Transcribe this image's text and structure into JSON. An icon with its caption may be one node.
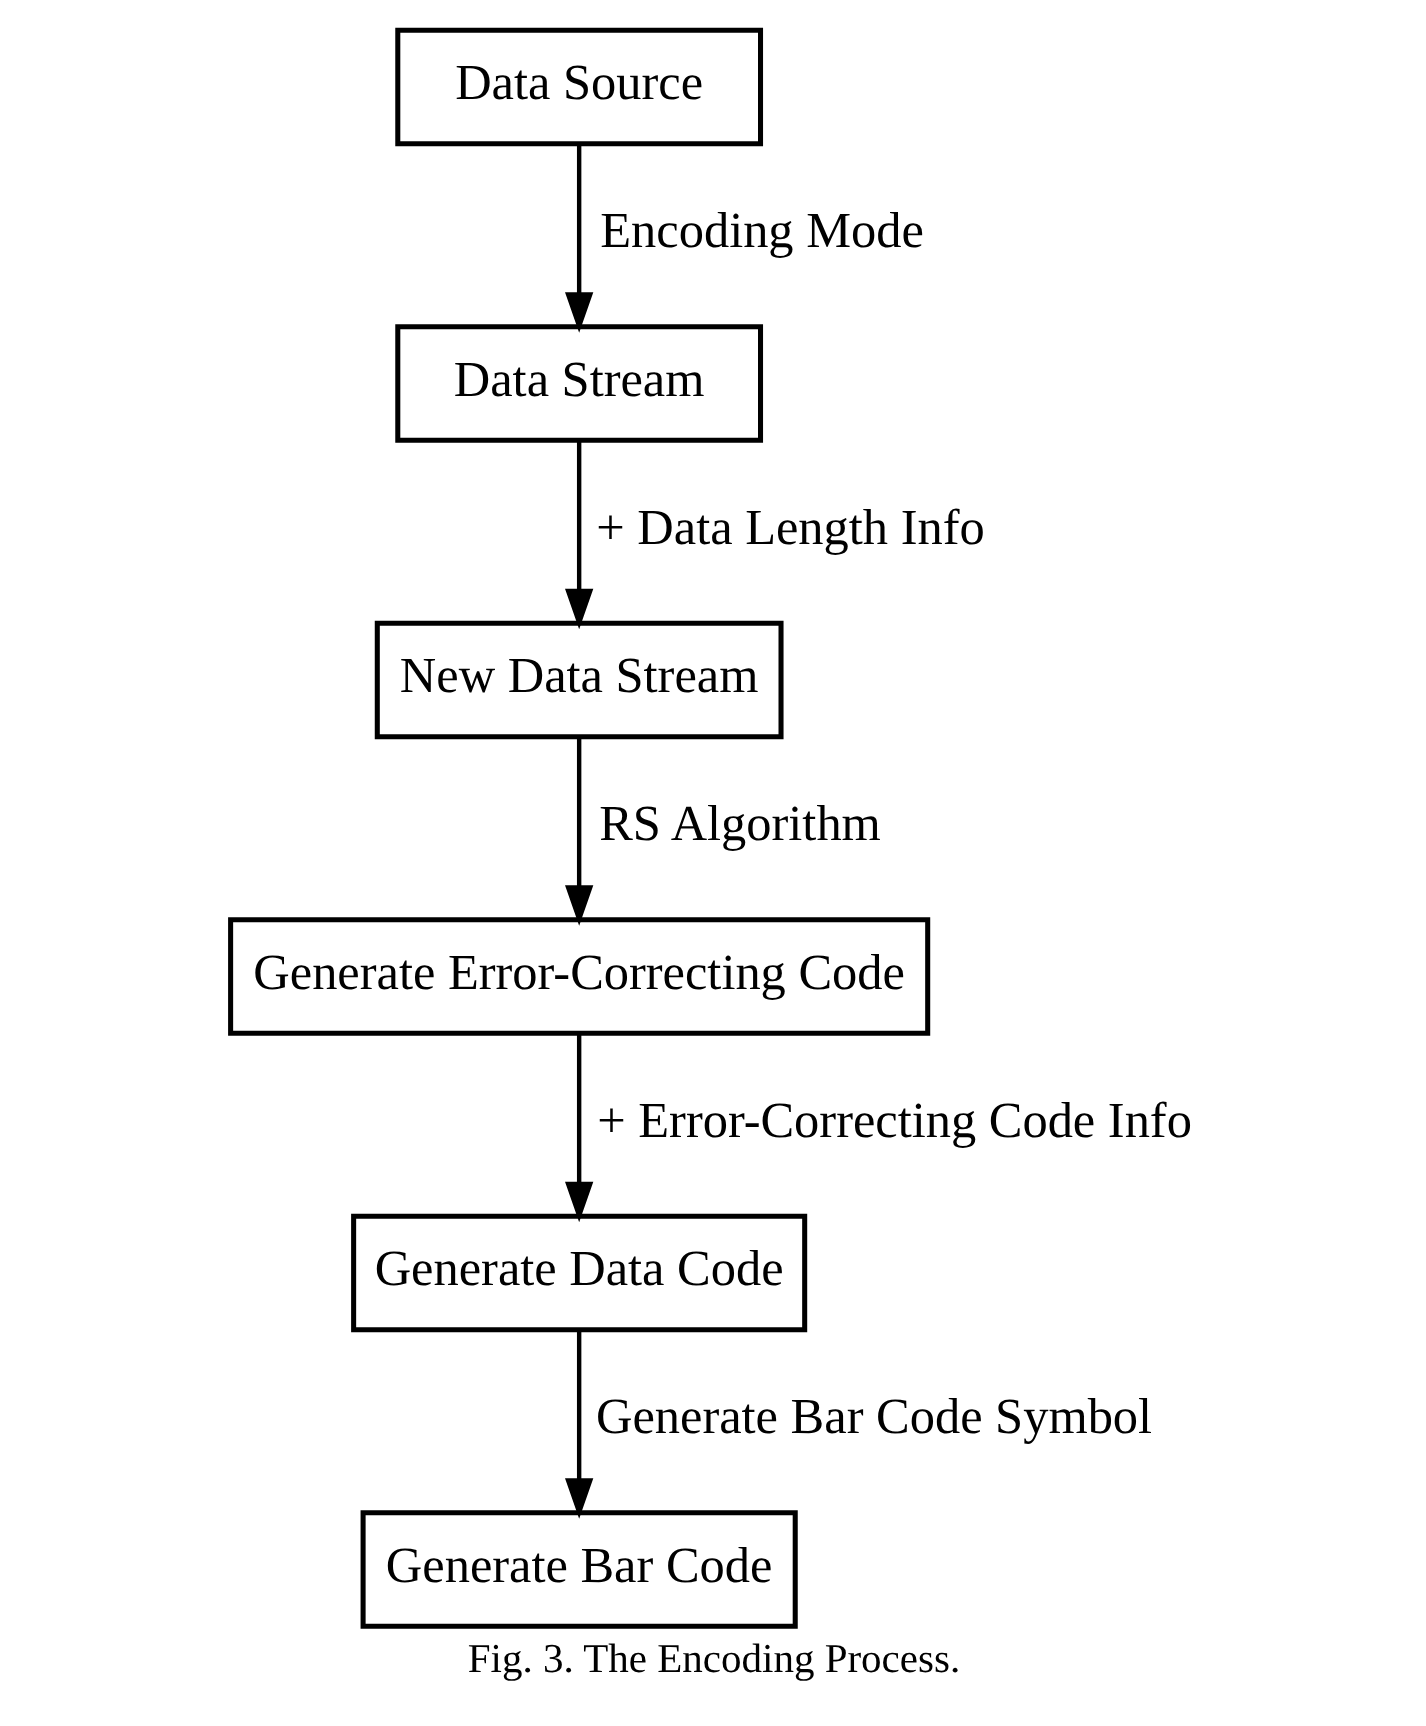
{
  "diagram": {
    "caption": "Fig. 3. The Encoding Process.",
    "nodes": [
      {
        "text": [
          "Data Source"
        ]
      },
      {
        "text": [
          "Data Stream"
        ]
      },
      {
        "text": [
          "New Data Stream"
        ]
      },
      {
        "text": [
          "Generate Error-Correcting Code"
        ]
      },
      {
        "text": [
          "Generate Data Code"
        ]
      },
      {
        "text": [
          "Generate Bar Code"
        ]
      }
    ],
    "edges": [
      {
        "from": 0,
        "to": 1,
        "arrow": "to",
        "label": "Encoding Mode"
      },
      {
        "from": 1,
        "to": 2,
        "arrow": "to",
        "label": "+ Data Length Info"
      },
      {
        "from": 2,
        "to": 3,
        "arrow": "to",
        "label": "RS Algorithm"
      },
      {
        "from": 3,
        "to": 4,
        "arrow": "to",
        "label": "+ Error-Correcting Code Info"
      },
      {
        "from": 4,
        "to": 5,
        "arrow": "to",
        "label": "Generate Bar Code Symbol"
      }
    ]
  }
}
